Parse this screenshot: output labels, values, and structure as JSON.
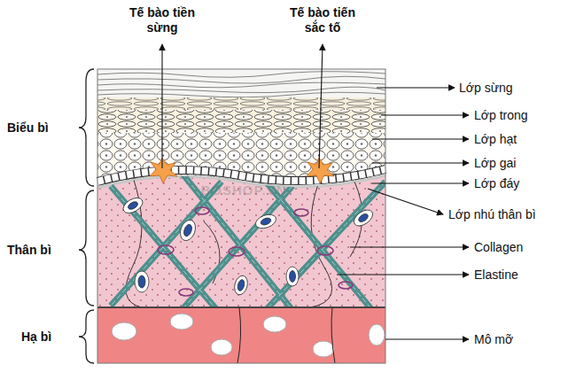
{
  "diagram": {
    "labels": [
      "Tế bào tiền sừng",
      "Tế bào tiến sắc tố",
      "Lớp sừng",
      "Lớp trong",
      "Lớp hạt",
      "Lớp gai",
      "Lớp đáy",
      "Lớp nhú thân bì",
      "Collagen",
      "Elastine",
      "Mô mỡ",
      "Biểu bì",
      "Thân bì",
      "Hạ bì",
      "BOSHOP.VN"
    ]
  }
}
